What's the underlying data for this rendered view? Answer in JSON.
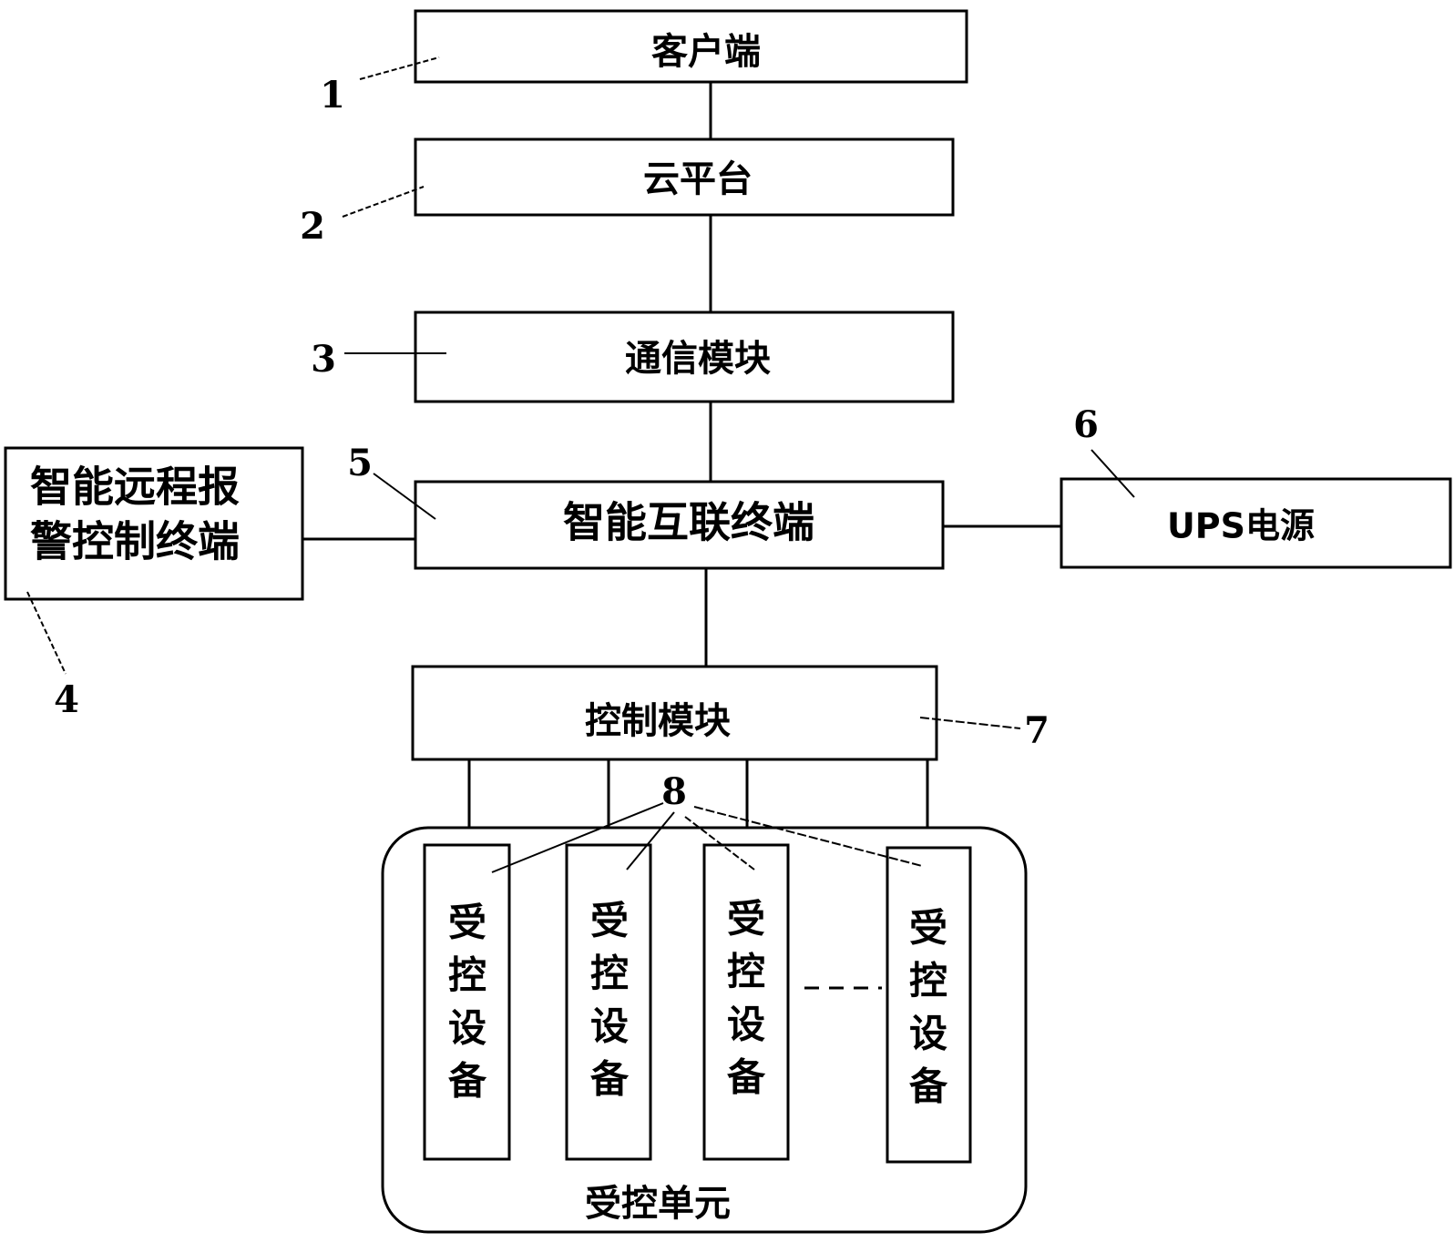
{
  "nodes": {
    "client": "客户端",
    "cloud_platform": "云平台",
    "comm_module": "通信模块",
    "remote_alarm_terminal": {
      "line1": "智能远程报",
      "line2": "警控制终端"
    },
    "smart_terminal": "智能互联终端",
    "ups_power": "UPS电源",
    "control_module": "控制模块",
    "controlled_device": [
      "受",
      "控",
      "设",
      "备"
    ],
    "controlled_unit": "受控单元"
  },
  "callouts": {
    "n1": "1",
    "n2": "2",
    "n3": "3",
    "n4": "4",
    "n5": "5",
    "n6": "6",
    "n7": "7",
    "n8": "8"
  }
}
